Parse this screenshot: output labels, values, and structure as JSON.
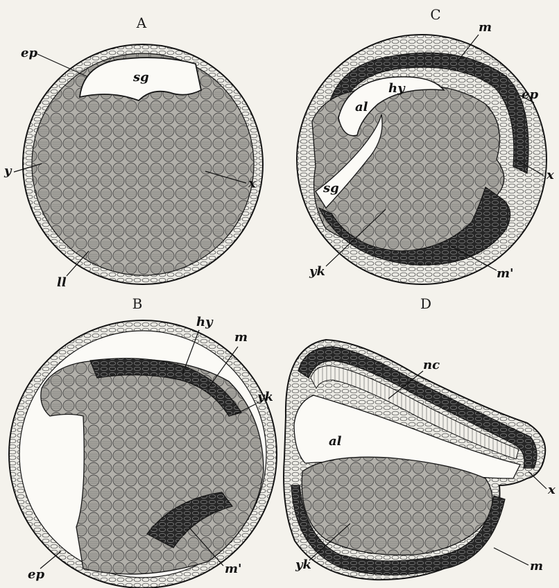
{
  "figure": {
    "panels": [
      {
        "id": "A",
        "title": "A",
        "labels": [
          "ep",
          "sg",
          "y",
          "x",
          "ll"
        ]
      },
      {
        "id": "C",
        "title": "C",
        "labels": [
          "m",
          "hy",
          "al",
          "ep",
          "sg",
          "x",
          "yk",
          "m'"
        ]
      },
      {
        "id": "B",
        "title": "B",
        "labels": [
          "hy",
          "m",
          "yk",
          "m'",
          "ep"
        ]
      },
      {
        "id": "D",
        "title": "D",
        "labels": [
          "nc",
          "al",
          "x",
          "yk",
          "m"
        ]
      }
    ]
  },
  "colors": {
    "background": "#f4f2ec",
    "yolk": "#a9a7a1",
    "mesoderm": "#2a2a2a",
    "epiblast": "#e9e7e0",
    "outline": "#151515",
    "cavity": "#fbfaf6"
  }
}
